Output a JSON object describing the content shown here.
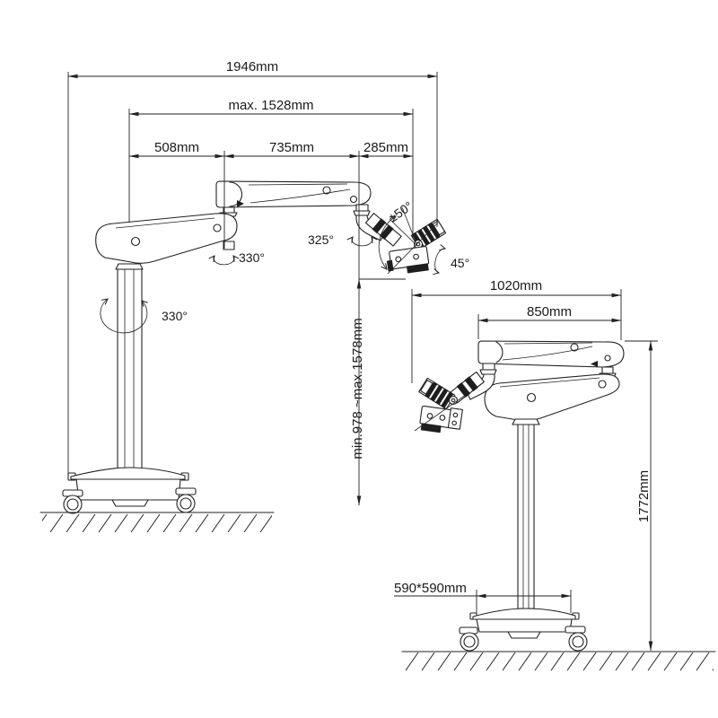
{
  "left_view": {
    "dim_overall_reach": "1946mm",
    "dim_max_extension": "max. 1528mm",
    "dim_segment_rear": "508mm",
    "dim_segment_mid": "735mm",
    "dim_segment_front": "285mm",
    "dim_height_range": "min.978 ~max.1578mm",
    "angle_column_rotation": "330°",
    "angle_arm_joint_rotation": "330°",
    "angle_head_arm_rotation": "325°",
    "angle_head_tilt": "±50°",
    "angle_head_swivel": "45°"
  },
  "right_view": {
    "dim_width": "1020mm",
    "dim_arm_span": "850mm",
    "dim_overall_height": "1772mm",
    "dim_base_footprint": "590*590mm"
  },
  "colors": {
    "line": "#222222",
    "dark_fill": "#1e1e1e",
    "background": "#ffffff"
  }
}
